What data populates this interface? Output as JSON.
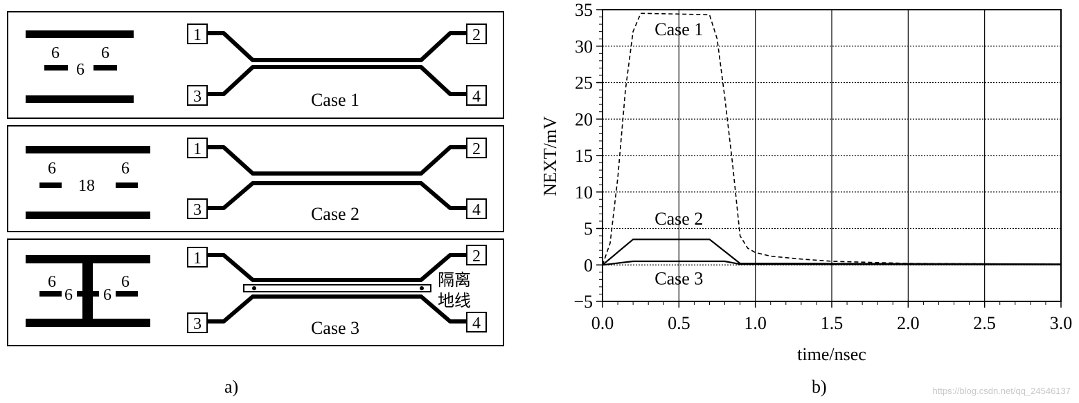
{
  "panel_a": {
    "caption": "a)",
    "cases": [
      {
        "label": "Case 1",
        "dims": [
          "6",
          "6",
          "6"
        ],
        "ports": [
          "1",
          "2",
          "3",
          "4"
        ]
      },
      {
        "label": "Case 2",
        "dims": [
          "6",
          "18",
          "6"
        ],
        "ports": [
          "1",
          "2",
          "3",
          "4"
        ]
      },
      {
        "label": "Case 3",
        "dims": [
          "6",
          "6",
          "6",
          "6"
        ],
        "ports": [
          "1",
          "2",
          "3",
          "4"
        ],
        "guard_label": [
          "隔离",
          "地线"
        ]
      }
    ]
  },
  "panel_b": {
    "caption": "b)"
  },
  "watermark": "https://blog.csdn.net/qq_24546137",
  "chart_data": {
    "type": "line",
    "xlabel": "time/nsec",
    "ylabel": "NEXT/mV",
    "xlim": [
      0,
      3.0
    ],
    "ylim": [
      -5,
      35
    ],
    "xticks": [
      "0.0",
      "0.5",
      "1.0",
      "1.5",
      "2.0",
      "2.5",
      "3.0"
    ],
    "yticks": [
      "−5",
      "0",
      "5",
      "10",
      "15",
      "20",
      "25",
      "30",
      "35"
    ],
    "grid": true,
    "series": [
      {
        "name": "Case 1",
        "style": "dashed",
        "x": [
          0,
          0.05,
          0.1,
          0.15,
          0.2,
          0.25,
          0.5,
          0.7,
          0.75,
          0.8,
          0.85,
          0.9,
          0.95,
          1.0,
          1.1,
          1.3,
          1.5,
          2.0,
          3.0
        ],
        "y": [
          0,
          3,
          12,
          24,
          32,
          34.5,
          34.4,
          34.3,
          31,
          23,
          14,
          4,
          2.3,
          1.7,
          1.2,
          0.8,
          0.5,
          0.2,
          0.1
        ]
      },
      {
        "name": "Case 2",
        "style": "solid",
        "x": [
          0,
          0.2,
          0.7,
          0.9,
          3.0
        ],
        "y": [
          0,
          3.5,
          3.5,
          0.2,
          0.1
        ]
      },
      {
        "name": "Case 3",
        "style": "solid",
        "x": [
          0,
          0.2,
          0.8,
          0.9,
          3.0
        ],
        "y": [
          0,
          0.5,
          0.5,
          0.1,
          0.05
        ]
      }
    ],
    "annotations": [
      {
        "text": "Case 1",
        "x": 0.5,
        "y": 31.5
      },
      {
        "text": "Case 2",
        "x": 0.5,
        "y": 5.5
      },
      {
        "text": "Case 3",
        "x": 0.5,
        "y": -2.7
      }
    ]
  }
}
